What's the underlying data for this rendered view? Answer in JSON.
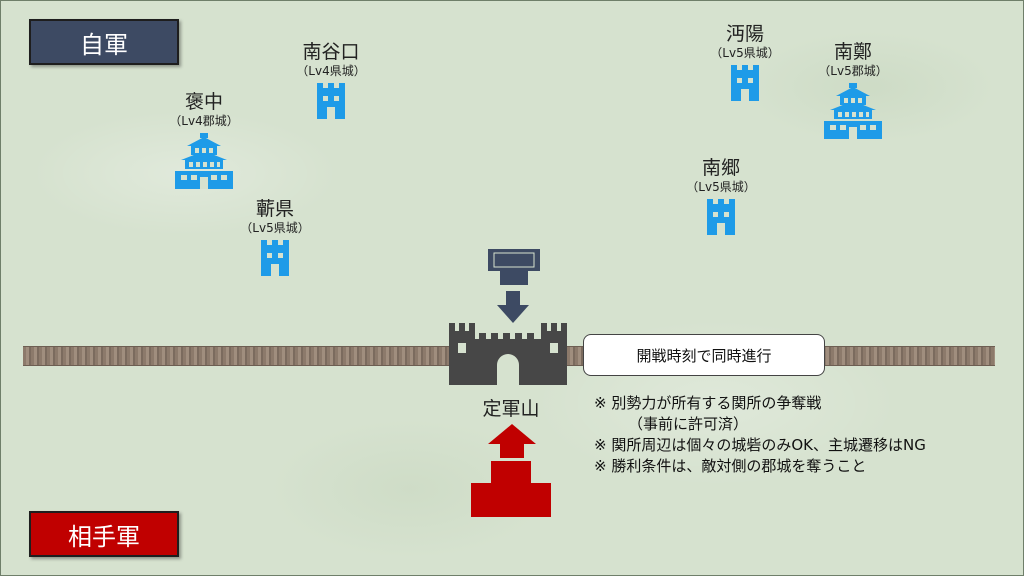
{
  "armies": {
    "self": "自軍",
    "enemy": "相手軍"
  },
  "castles": [
    {
      "name": "褒中",
      "level": "（Lv4郡城）",
      "type": "gunjo"
    },
    {
      "name": "南谷口",
      "level": "（Lv4県城）",
      "type": "kenjo"
    },
    {
      "name": "蘄県",
      "level": "（Lv5県城）",
      "type": "kenjo"
    },
    {
      "name": "沔陽",
      "level": "（Lv5県城）",
      "type": "kenjo"
    },
    {
      "name": "南鄭",
      "level": "（Lv5郡城）",
      "type": "gunjo"
    },
    {
      "name": "南郷",
      "level": "（Lv5県城）",
      "type": "kenjo"
    }
  ],
  "fortress": {
    "name": "定軍山"
  },
  "callout": "開戦時刻で同時進行",
  "notes": [
    "※ 別勢力が所有する関所の争奪戦",
    "（事前に許可済）",
    "※ 関所周辺は個々の城砦のみOK、主城遷移はNG",
    "※ 勝利条件は、敵対側の郡城を奪うこと"
  ],
  "colors": {
    "self": "#3d4a63",
    "enemy": "#c00000",
    "castle": "#1e9be8",
    "fortress": "#474747",
    "road": "#8c7a6b"
  }
}
